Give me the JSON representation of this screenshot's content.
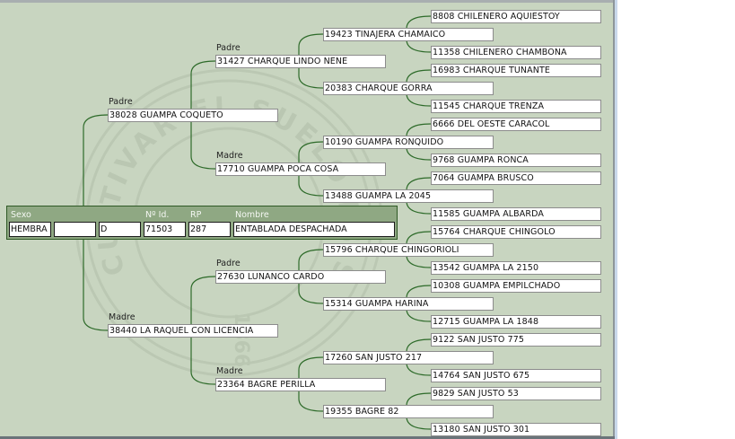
{
  "subject": {
    "labels": {
      "sexo": "Sexo",
      "id": "Nº Id.",
      "rp": "RP",
      "nombre": "Nombre"
    },
    "sexo": "HEMBRA",
    "field2": "",
    "field3": "D",
    "id": "71503",
    "rp": "287",
    "nombre": "ENTABLADA DESPACHADA"
  },
  "relations": {
    "padre": "Padre",
    "madre": "Madre"
  },
  "watermark": {
    "text": "CULTIVAR EL SUELO ES SERVIR A LA PATRIA",
    "year": "1866"
  },
  "colors": {
    "background": "#c8d5c0",
    "subject_panel": "#8fa883",
    "connector": "#2e6b2a"
  },
  "pedigree": {
    "gen1": [
      {
        "relation": "Padre",
        "label": "38028 GUAMPA COQUETO"
      },
      {
        "relation": "Madre",
        "label": "38440 LA RAQUEL CON LICENCIA"
      }
    ],
    "gen2": [
      {
        "relation": "Padre",
        "label": "31427 CHARQUE LINDO NENE"
      },
      {
        "relation": "Madre",
        "label": "17710 GUAMPA POCA COSA"
      },
      {
        "relation": "Padre",
        "label": "27630 LUNANCO CARDO"
      },
      {
        "relation": "Madre",
        "label": "23364 BAGRE PERILLA"
      }
    ],
    "gen3": [
      {
        "label": "19423 TINAJERA CHAMAICO"
      },
      {
        "label": "20383 CHARQUE GORRA"
      },
      {
        "label": "10190 GUAMPA RONQUIDO"
      },
      {
        "label": "13488 GUAMPA LA 2045"
      },
      {
        "label": "15796 CHARQUE CHINGORIOLI"
      },
      {
        "label": "15314 GUAMPA HARINA"
      },
      {
        "label": "17260 SAN JUSTO 217"
      },
      {
        "label": "19355 BAGRE 82"
      }
    ],
    "gen4": [
      {
        "label": "8808 CHILENERO AQUIESTOY"
      },
      {
        "label": "11358 CHILENERO CHAMBONA"
      },
      {
        "label": "16983 CHARQUE TUNANTE"
      },
      {
        "label": "11545 CHARQUE TRENZA"
      },
      {
        "label": "6666 DEL OESTE CARACOL"
      },
      {
        "label": "9768 GUAMPA RONCA"
      },
      {
        "label": "7064 GUAMPA BRUSCO"
      },
      {
        "label": "11585 GUAMPA ALBARDA"
      },
      {
        "label": "15764 CHARQUE CHINGOLO"
      },
      {
        "label": "13542 GUAMPA LA 2150"
      },
      {
        "label": "10308 GUAMPA EMPILCHADO"
      },
      {
        "label": "12715 GUAMPA LA 1848"
      },
      {
        "label": "9122 SAN JUSTO 775"
      },
      {
        "label": "14764 SAN JUSTO 675"
      },
      {
        "label": "9829 SAN JUSTO 53"
      },
      {
        "label": "13180 SAN JUSTO 301"
      }
    ]
  }
}
